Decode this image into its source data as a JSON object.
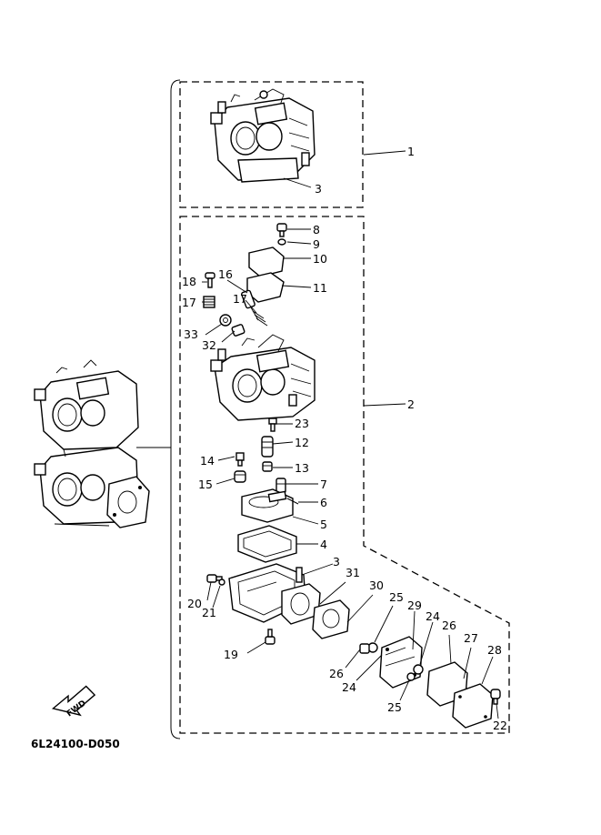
{
  "diagram": {
    "drawing_code": "6L24100-D050",
    "fwd_label": "FWD",
    "callouts": [
      {
        "id": "c1",
        "label": "1"
      },
      {
        "id": "c2",
        "label": "2"
      },
      {
        "id": "c3a",
        "label": "3"
      },
      {
        "id": "c3b",
        "label": "3"
      },
      {
        "id": "c4",
        "label": "4"
      },
      {
        "id": "c5",
        "label": "5"
      },
      {
        "id": "c6",
        "label": "6"
      },
      {
        "id": "c7",
        "label": "7"
      },
      {
        "id": "c8",
        "label": "8"
      },
      {
        "id": "c9",
        "label": "9"
      },
      {
        "id": "c10",
        "label": "10"
      },
      {
        "id": "c11",
        "label": "11"
      },
      {
        "id": "c12",
        "label": "12"
      },
      {
        "id": "c13",
        "label": "13"
      },
      {
        "id": "c14",
        "label": "14"
      },
      {
        "id": "c15",
        "label": "15"
      },
      {
        "id": "c16",
        "label": "16"
      },
      {
        "id": "c17a",
        "label": "17"
      },
      {
        "id": "c17b",
        "label": "17"
      },
      {
        "id": "c18",
        "label": "18"
      },
      {
        "id": "c19",
        "label": "19"
      },
      {
        "id": "c20",
        "label": "20"
      },
      {
        "id": "c21",
        "label": "21"
      },
      {
        "id": "c22",
        "label": "22"
      },
      {
        "id": "c23",
        "label": "23"
      },
      {
        "id": "c24a",
        "label": "24"
      },
      {
        "id": "c24b",
        "label": "24"
      },
      {
        "id": "c25a",
        "label": "25"
      },
      {
        "id": "c25b",
        "label": "25"
      },
      {
        "id": "c26a",
        "label": "26"
      },
      {
        "id": "c26b",
        "label": "26"
      },
      {
        "id": "c27",
        "label": "27"
      },
      {
        "id": "c28",
        "label": "28"
      },
      {
        "id": "c29",
        "label": "29"
      },
      {
        "id": "c30",
        "label": "30"
      },
      {
        "id": "c31",
        "label": "31"
      },
      {
        "id": "c32",
        "label": "32"
      },
      {
        "id": "c33",
        "label": "33"
      }
    ]
  }
}
